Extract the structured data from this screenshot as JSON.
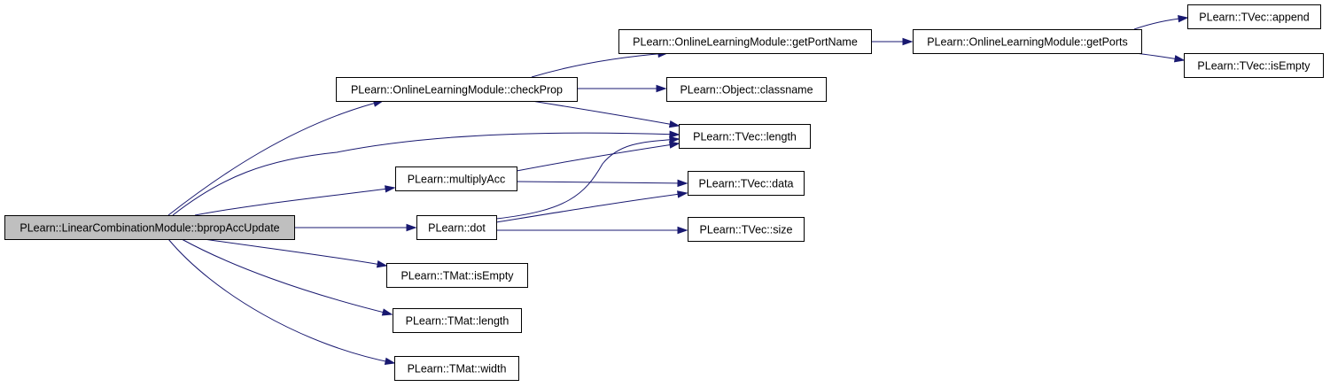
{
  "colors": {
    "edge": "#191970",
    "root_fill": "#bfbfbf",
    "node_fill": "#ffffff",
    "node_border": "#000000"
  },
  "nodes": [
    {
      "id": "root",
      "label": "PLearn::LinearCombinationModule::bpropAccUpdate",
      "root": true
    },
    {
      "id": "checkProp",
      "label": "PLearn::OnlineLearningModule::checkProp"
    },
    {
      "id": "multiplyAcc",
      "label": "PLearn::multiplyAcc"
    },
    {
      "id": "dot",
      "label": "PLearn::dot"
    },
    {
      "id": "tmatIsEmpty",
      "label": "PLearn::TMat::isEmpty"
    },
    {
      "id": "tmatLength",
      "label": "PLearn::TMat::length"
    },
    {
      "id": "tmatWidth",
      "label": "PLearn::TMat::width"
    },
    {
      "id": "getPortName",
      "label": "PLearn::OnlineLearningModule::getPortName"
    },
    {
      "id": "classname",
      "label": "PLearn::Object::classname"
    },
    {
      "id": "tvecLength",
      "label": "PLearn::TVec::length"
    },
    {
      "id": "tvecData",
      "label": "PLearn::TVec::data"
    },
    {
      "id": "tvecSize",
      "label": "PLearn::TVec::size"
    },
    {
      "id": "getPorts",
      "label": "PLearn::OnlineLearningModule::getPorts"
    },
    {
      "id": "tvecAppend",
      "label": "PLearn::TVec::append"
    },
    {
      "id": "tvecIsEmpty",
      "label": "PLearn::TVec::isEmpty"
    }
  ],
  "edges": [
    {
      "from": "root",
      "to": "checkProp"
    },
    {
      "from": "root",
      "to": "tvecLength"
    },
    {
      "from": "root",
      "to": "multiplyAcc"
    },
    {
      "from": "root",
      "to": "dot"
    },
    {
      "from": "root",
      "to": "tmatIsEmpty"
    },
    {
      "from": "root",
      "to": "tmatLength"
    },
    {
      "from": "root",
      "to": "tmatWidth"
    },
    {
      "from": "checkProp",
      "to": "getPortName"
    },
    {
      "from": "checkProp",
      "to": "classname"
    },
    {
      "from": "checkProp",
      "to": "tvecLength"
    },
    {
      "from": "multiplyAcc",
      "to": "tvecLength"
    },
    {
      "from": "multiplyAcc",
      "to": "tvecData"
    },
    {
      "from": "dot",
      "to": "tvecLength"
    },
    {
      "from": "dot",
      "to": "tvecData"
    },
    {
      "from": "dot",
      "to": "tvecSize"
    },
    {
      "from": "getPortName",
      "to": "getPorts"
    },
    {
      "from": "getPorts",
      "to": "tvecAppend"
    },
    {
      "from": "getPorts",
      "to": "tvecIsEmpty"
    }
  ]
}
